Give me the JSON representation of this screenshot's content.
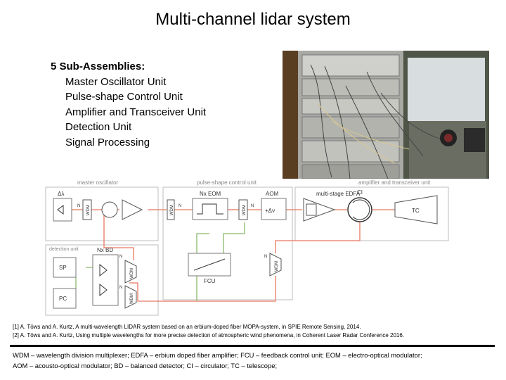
{
  "title": "Multi-channel lidar system",
  "sub_assemblies": {
    "heading": "5 Sub-Assemblies:",
    "items": [
      "Master Oscillator Unit",
      "Pulse-shape Control Unit",
      "Amplifier and Transceiver Unit",
      "Detection Unit",
      "Signal Processing"
    ]
  },
  "diagram": {
    "sections": {
      "master_oscillator": "master oscillator",
      "pulse_shape": "pulse-shape control unit",
      "amplifier": "amplifier and transceiver unit",
      "detection": "detection unit"
    },
    "labels": {
      "delta_lambda": "Δλ",
      "n": "N",
      "nx_eom": "Nx EOM",
      "aom": "AOM",
      "plus_dnu": "+Δν",
      "multi_stage_edfa": "multi-stage EDFA",
      "ci": "CI",
      "tc": "TC",
      "fcu": "FCU",
      "nx_bd": "Nx BD",
      "sp": "SP",
      "pc": "PC",
      "wdm": "WDM"
    }
  },
  "references": [
    "[1] A. Töws and A. Kurtz, A multi-wavelength LIDAR system based on an erbium-doped fiber MOPA-system, in SPIE Remote Sensing, 2014.",
    "[2] A. Töws and A. Kurtz, Using multiple wavelengths for more precise detection of atmospheric wind phenomena, in Coherent Laser Radar Conference 2016."
  ],
  "legend": [
    "WDM – wavelength division multiplexer; EDFA – erbium doped fiber amplifier; FCU – feedback control unit; EOM – electro-optical modulator;",
    "AOM – acousto-optical modulator; BD – balanced detector; CI – circulator; TC – telescope;"
  ],
  "colors": {
    "fiber": "#e8785f",
    "electrical": "#8ab86a",
    "frame": "#bdbdbd",
    "section_text": "#888888"
  }
}
